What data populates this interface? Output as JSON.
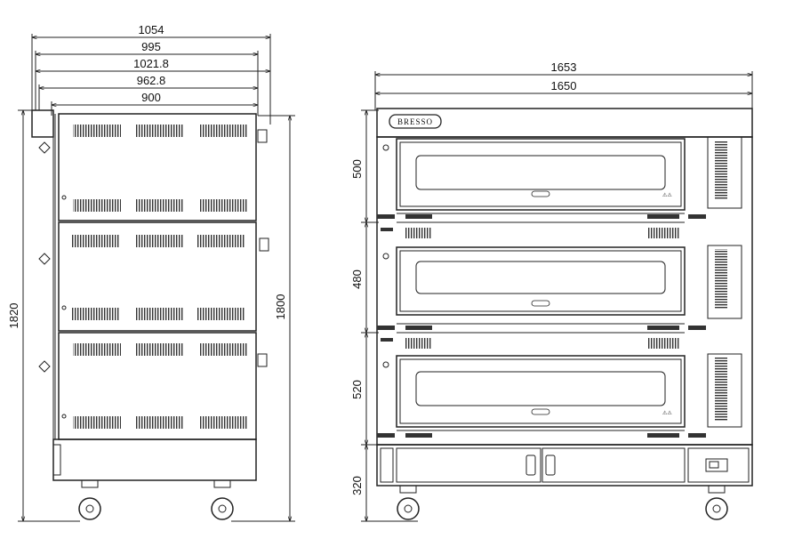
{
  "brand": "BRESSO",
  "side_view": {
    "widths": [
      "1054",
      "995",
      "1021.8",
      "962.8",
      "900"
    ],
    "overall_height": "1820",
    "body_height": "1800"
  },
  "front_view": {
    "widths": [
      "1653",
      "1650"
    ],
    "section_heights": [
      "500",
      "480",
      "520",
      "320"
    ]
  }
}
